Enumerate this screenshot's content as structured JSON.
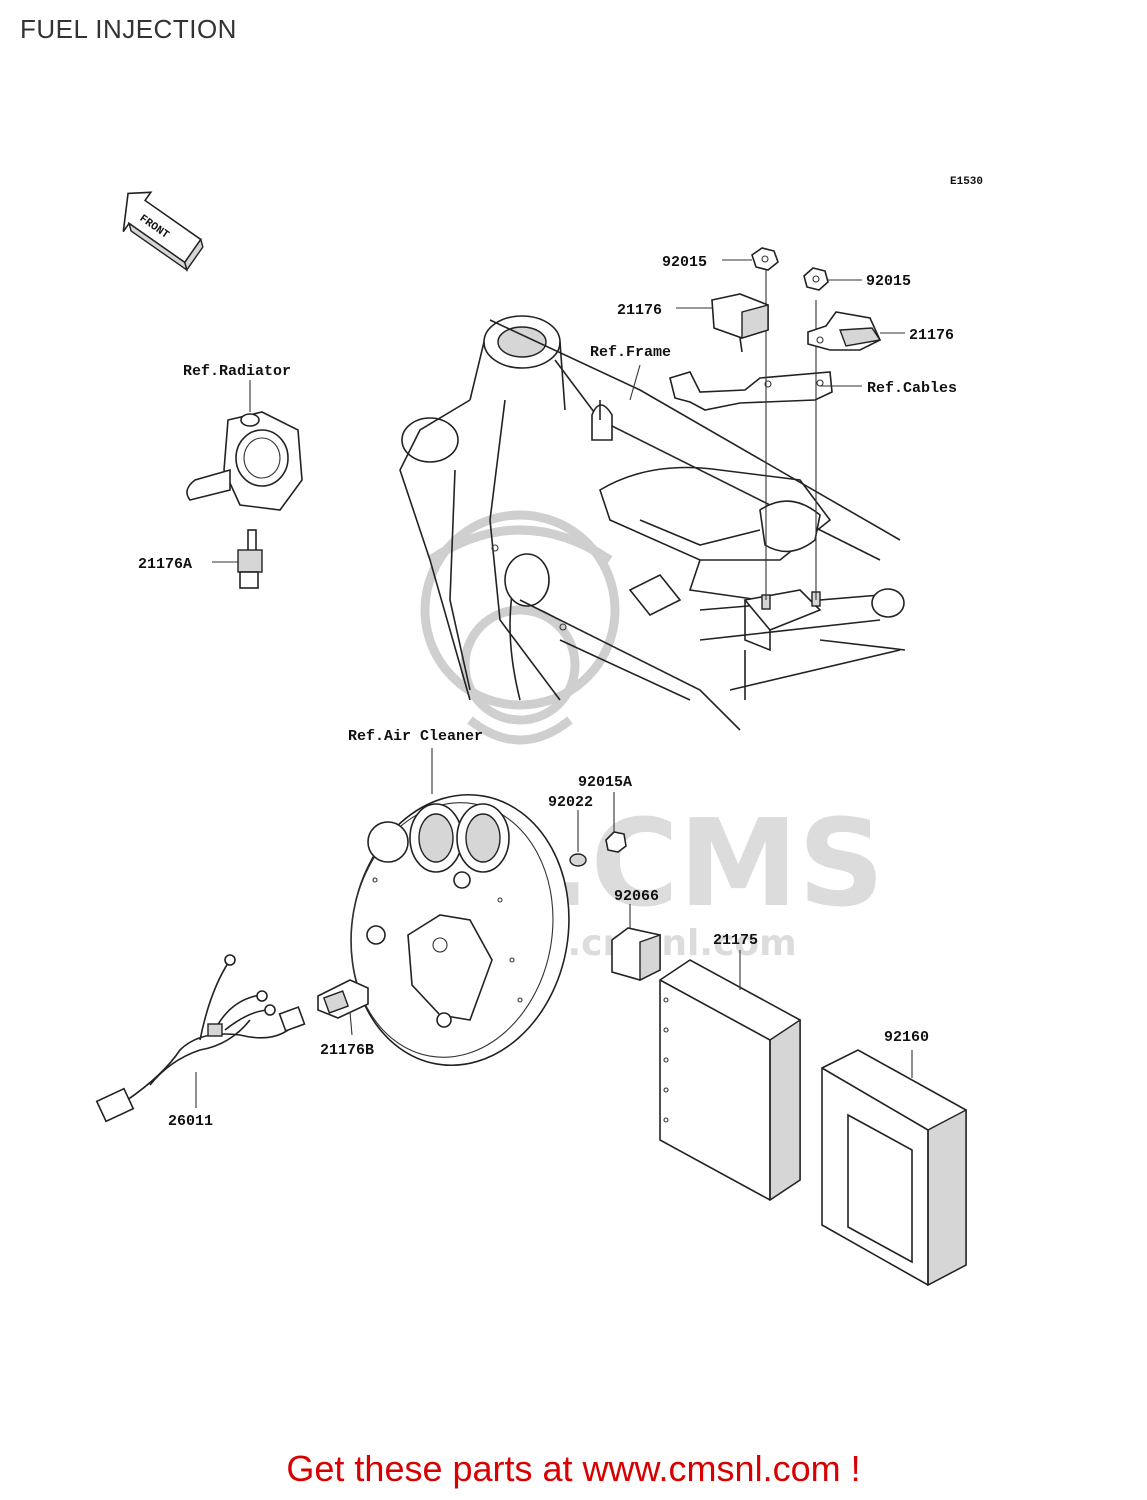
{
  "page": {
    "title": "FUEL INJECTION",
    "footer": "Get these parts at www.cmsnl.com !"
  },
  "diagram": {
    "code": "E1530",
    "front_arrow": "FRONT",
    "references": {
      "radiator": "Ref.Radiator",
      "frame": "Ref.Frame",
      "cables": "Ref.Cables",
      "air_cleaner": "Ref.Air Cleaner"
    },
    "parts": {
      "p92015_left": "92015",
      "p92015_right": "92015",
      "p21176_left": "21176",
      "p21176_right": "21176",
      "p21176A": "21176A",
      "p92015A": "92015A",
      "p92022": "92022",
      "p92066": "92066",
      "p21175": "21175",
      "p92160": "92160",
      "p21176B": "21176B",
      "p26011": "26011"
    },
    "watermark": ".CMS",
    "watermark_url": "www.cmsnl.com"
  },
  "colors": {
    "footer_text": "#d80000",
    "line_art": "#222222",
    "watermark": "#cfcfcf"
  }
}
